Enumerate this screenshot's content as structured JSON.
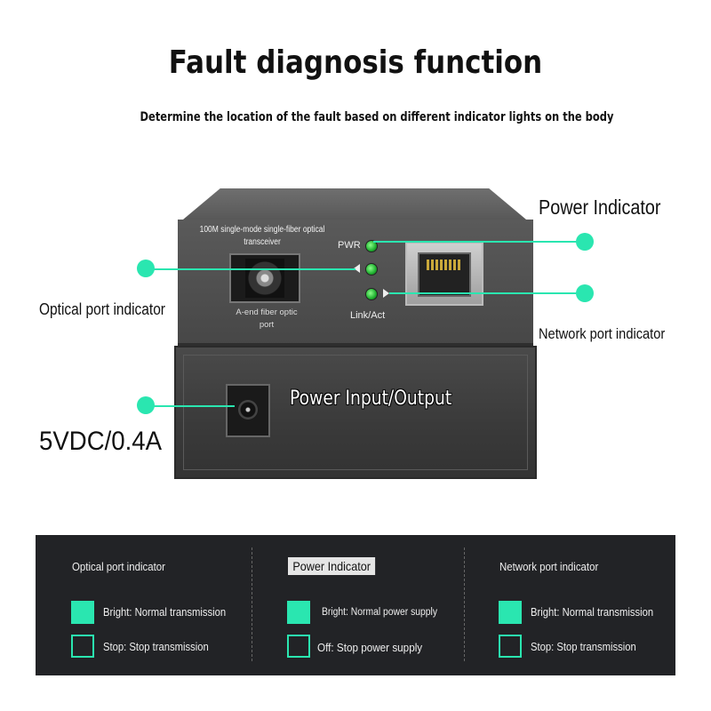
{
  "header": {
    "title": "Fault diagnosis function",
    "subtitle": "Determine the location of the fault based on different indicator lights on the body"
  },
  "device": {
    "product_label": "100M single-mode single-fiber optical transceiver",
    "optical_port_label": "A-end fiber optic port",
    "pwr_label": "PWR",
    "linkact_label": "Link/Act",
    "power_io_label": "Power Input/Output"
  },
  "callouts": {
    "power_indicator": "Power Indicator",
    "optical_port_indicator": "Optical port indicator",
    "network_port_indicator": "Network port indicator",
    "power_spec": "5VDC/0.4A"
  },
  "legend": {
    "columns": [
      {
        "heading": "Optical port indicator",
        "bright": "Bright: Normal transmission",
        "stop": "Stop: Stop transmission"
      },
      {
        "heading": "Power Indicator",
        "bright": "Bright: Normal power supply",
        "stop": "Off: Stop power supply"
      },
      {
        "heading": "Network port indicator",
        "bright": "Bright: Normal transmission",
        "stop": "Stop: Stop transmission"
      }
    ]
  },
  "colors": {
    "accent": "#2ae6b0",
    "panel": "#222326",
    "led": "#1fae2f"
  }
}
